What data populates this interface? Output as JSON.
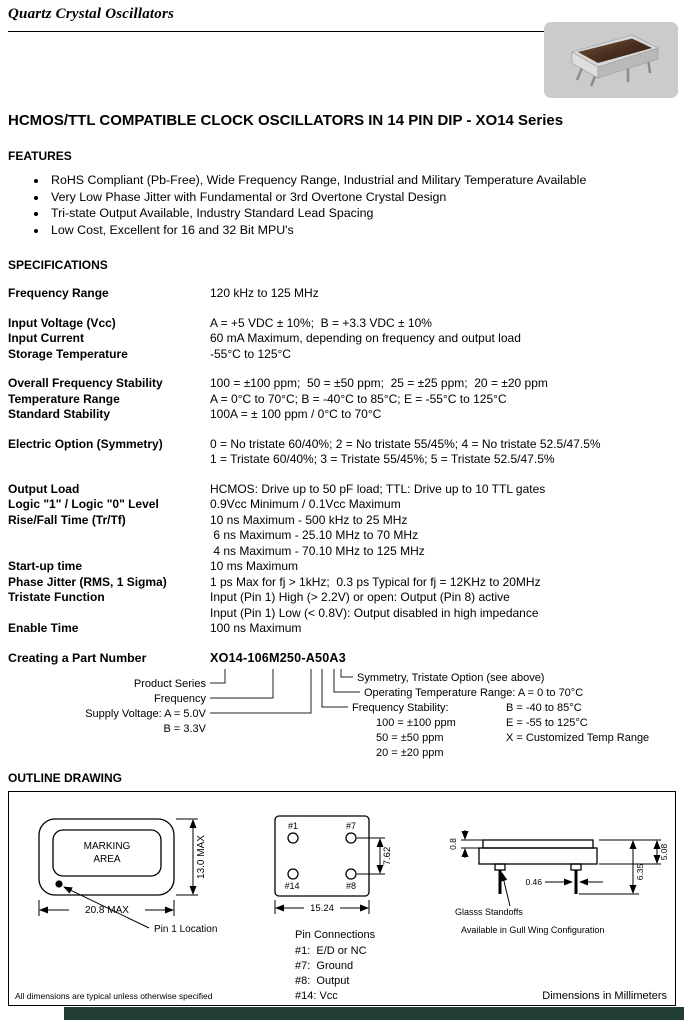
{
  "page": {
    "brand": "Quartz Crystal Oscillators",
    "title": "HCMOS/TTL COMPATIBLE CLOCK OSCILLATORS IN 14 PIN DIP - XO14 Series"
  },
  "colors": {
    "footer_bar": "#223c36"
  },
  "features": {
    "heading": "FEATURES",
    "items": [
      "RoHS Compliant (Pb-Free), Wide Frequency Range, Industrial and Military Temperature Available",
      "Very Low Phase Jitter with Fundamental or 3rd Overtone Crystal Design",
      "Tri-state Output Available, Industry Standard Lead Spacing",
      "Low Cost, Excellent for 16 and 32 Bit MPU's"
    ]
  },
  "specifications": {
    "heading": "SPECIFICATIONS",
    "groups": [
      {
        "rows": [
          {
            "label": "Frequency Range",
            "values": [
              "120 kHz to 125 MHz"
            ]
          }
        ]
      },
      {
        "rows": [
          {
            "label": "Input Voltage (Vcc)",
            "values": [
              "A = +5 VDC ± 10%;  B = +3.3 VDC ± 10%"
            ]
          },
          {
            "label": "Input Current",
            "values": [
              "60 mA Maximum, depending on frequency and output load"
            ]
          },
          {
            "label": "Storage Temperature",
            "values": [
              "-55°C to 125°C"
            ]
          }
        ]
      },
      {
        "rows": [
          {
            "label": "Overall Frequency Stability",
            "values": [
              "100 = ±100 ppm;  50 = ±50 ppm;  25 = ±25 ppm;  20 = ±20 ppm"
            ]
          },
          {
            "label": "Temperature Range",
            "values": [
              "A = 0°C to 70°C; B = -40°C to 85°C; E = -55°C to 125°C"
            ]
          },
          {
            "label": "Standard Stability",
            "values": [
              "100A = ± 100 ppm / 0°C to 70°C"
            ]
          }
        ]
      },
      {
        "rows": [
          {
            "label": "Electric Option (Symmetry)",
            "values": [
              "0 = No tristate 60/40%; 2 = No tristate 55/45%; 4 = No tristate 52.5/47.5%",
              "1 = Tristate 60/40%; 3 = Tristate 55/45%; 5 = Tristate 52.5/47.5%"
            ]
          }
        ]
      },
      {
        "rows": [
          {
            "label": "Output Load",
            "values": [
              "HCMOS: Drive up to 50 pF load; TTL: Drive up to 10 TTL gates"
            ]
          },
          {
            "label": "Logic \"1\" / Logic \"0\" Level",
            "values": [
              "0.9Vcc Minimum / 0.1Vcc Maximum"
            ]
          },
          {
            "label": "Rise/Fall Time (Tr/Tf)",
            "values": [
              "10 ns Maximum - 500 kHz to 25 MHz",
              " 6 ns Maximum - 25.10 MHz to 70 MHz",
              " 4 ns Maximum - 70.10 MHz to 125 MHz"
            ]
          },
          {
            "label": "Start-up time",
            "values": [
              "10 ms Maximum"
            ]
          },
          {
            "label": "Phase Jitter (RMS, 1 Sigma)",
            "values": [
              "1 ps Max for fj > 1kHz;  0.3 ps Typical for fj = 12KHz to 20MHz"
            ]
          },
          {
            "label": "Tristate Function",
            "values": [
              "Input (Pin 1) High (> 2.2V) or open: Output (Pin 8) active",
              "Input (Pin 1) Low (< 0.8V): Output disabled in high impedance"
            ]
          },
          {
            "label": "Enable Time",
            "values": [
              "100 ns Maximum"
            ]
          }
        ]
      }
    ]
  },
  "part_number": {
    "heading": "Creating a Part Number",
    "example": "XO14-106M250-A50A3",
    "callouts": {
      "product_series": "Product Series",
      "frequency": "Frequency",
      "supply_voltage": "Supply Voltage: A = 5.0V",
      "supply_voltage_b": "B = 3.3V",
      "symmetry": "Symmetry, Tristate Option (see above)",
      "op_temp": "Operating Temperature Range: A = 0 to 70°C",
      "op_temp_b": "B = -40 to 85°C",
      "op_temp_e": "E = -55 to 125°C",
      "op_temp_x": "X = Customized Temp Range",
      "freq_stability": "Frequency Stability:",
      "fs_100": "100 = ±100 ppm",
      "fs_50": "50 = ±50 ppm",
      "fs_20": "20 = ±20 ppm"
    }
  },
  "outline": {
    "heading": "OUTLINE DRAWING",
    "top_view": {
      "marking_line1": "MARKING",
      "marking_line2": "AREA",
      "width_dim": "20.8 MAX",
      "height_dim": "13.0 MAX",
      "pin1": "Pin 1 Location"
    },
    "bottom_view": {
      "pin_top_left": "#1",
      "pin_top_right": "#7",
      "pin_bottom_left": "#14",
      "pin_bottom_right": "#8",
      "pitch_v": "7.62",
      "pitch_h": "15.24",
      "connections_heading": "Pin Connections",
      "connections": [
        "#1:  E/D or NC",
        "#7:  Ground",
        "#8:  Output",
        "#14: Vcc"
      ]
    },
    "side_view": {
      "dim_lid": "0.8",
      "dim_body": "5.08",
      "dim_total": "6.35",
      "dim_pin": "0.46",
      "standoffs": "Glasss Standoffs",
      "gullwing": "Available in Gull Wing Configuration"
    },
    "note_left": "All dimensions are typical unless otherwise specified",
    "note_right": "Dimensions in Millimeters"
  }
}
